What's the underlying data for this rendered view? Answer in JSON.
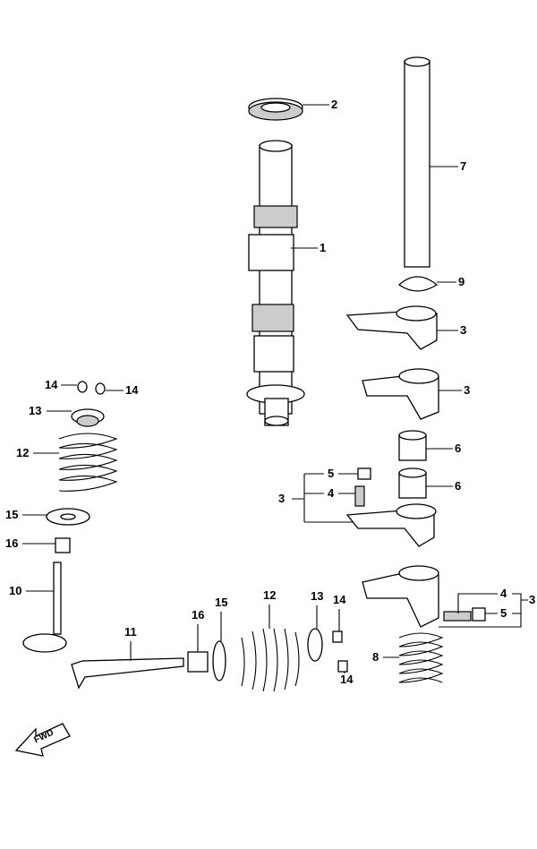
{
  "diagram": {
    "title": "Camshaft / Valve assembly exploded view",
    "callouts": [
      "2",
      "7",
      "1",
      "9",
      "3",
      "3",
      "14",
      "14",
      "13",
      "12",
      "6",
      "6",
      "5",
      "4",
      "3",
      "15",
      "16",
      "10",
      "11",
      "16",
      "15",
      "12",
      "13",
      "14",
      "14",
      "4",
      "5",
      "3",
      "8"
    ],
    "fwd_label": "FWD"
  }
}
